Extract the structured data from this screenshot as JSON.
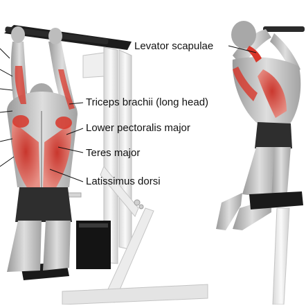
{
  "labels": {
    "levator_scapulae": "Levator scapulae",
    "triceps_long_head": "Triceps brachii (long head)",
    "lower_pectoralis_major": "Lower pectoralis major",
    "teres_major": "Teres major",
    "latissimus_dorsi": "Latissimus dorsi"
  },
  "colors": {
    "muscle_highlight": "#d8362a",
    "muscle_mid": "#e8756a",
    "skin_gray": "#c9c9c9",
    "skin_light": "#e6e6e6",
    "shorts": "#2e2e2e",
    "machine_frame": "#f2f2f2",
    "machine_black": "#1a1a1a",
    "leader_line": "#111111"
  }
}
